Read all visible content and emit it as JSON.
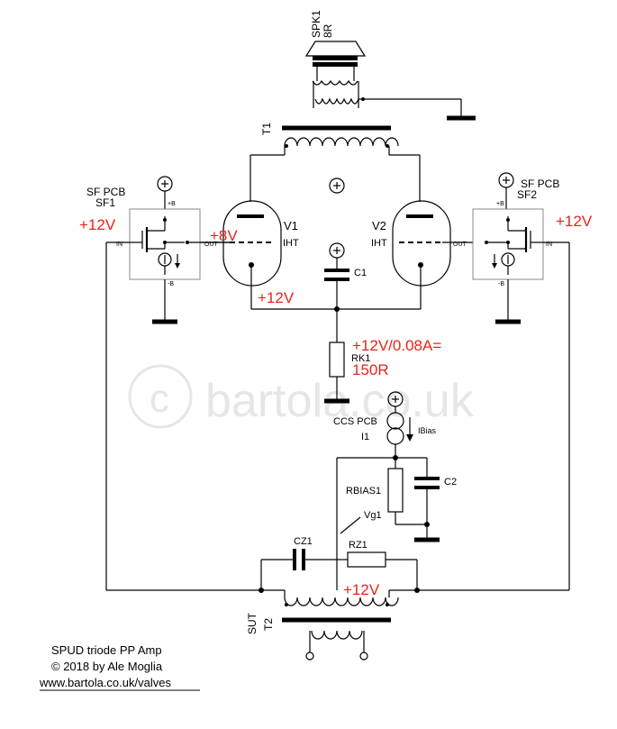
{
  "components": {
    "spk1": {
      "ref": "SPK1",
      "value": "8R"
    },
    "t1": {
      "ref": "T1"
    },
    "t2": {
      "ref": "T2",
      "value": "SUT"
    },
    "v1": {
      "ref": "V1",
      "heater": "IHT"
    },
    "v2": {
      "ref": "V2",
      "heater": "IHT"
    },
    "c1": {
      "ref": "C1"
    },
    "rk1": {
      "ref": "RK1",
      "value": "150R"
    },
    "i1": {
      "ref": "I1",
      "type": "CCS PCB",
      "arrow_label": "IBias"
    },
    "rbias1": {
      "ref": "RBIAS1"
    },
    "c2": {
      "ref": "C2"
    },
    "vg1": {
      "ref": "Vg1"
    },
    "cz1": {
      "ref": "CZ1"
    },
    "rz1": {
      "ref": "RZ1"
    },
    "sf1": {
      "ref": "SF1",
      "type": "SF PCB",
      "pin_b_plus": "+B",
      "pin_b_minus": "-B",
      "pin_in": "IN",
      "pin_out": "OUT"
    },
    "sf2": {
      "ref": "SF2",
      "type": "SF PCB",
      "pin_b_plus": "+B",
      "pin_b_minus": "-B",
      "pin_in": "IN",
      "pin_out": "OUT"
    }
  },
  "annotations": {
    "sf1_voltage": "+12V",
    "v1_grid_voltage": "+8V",
    "sf2_voltage": "+12V",
    "cathode_voltage": "+12V",
    "calc": "+12V/0.08A=",
    "rk_value": "150R",
    "sut_voltage": "+12V"
  },
  "watermark": "bartola.co.uk",
  "credits": {
    "line1": "SPUD triode PP Amp",
    "line2": "© 2018 by Ale Moglia",
    "line3": "www.bartola.co.uk/valves"
  },
  "colors": {
    "annotation": "#e8231c",
    "wire": "#000000",
    "watermark": "#e6e6e6"
  }
}
